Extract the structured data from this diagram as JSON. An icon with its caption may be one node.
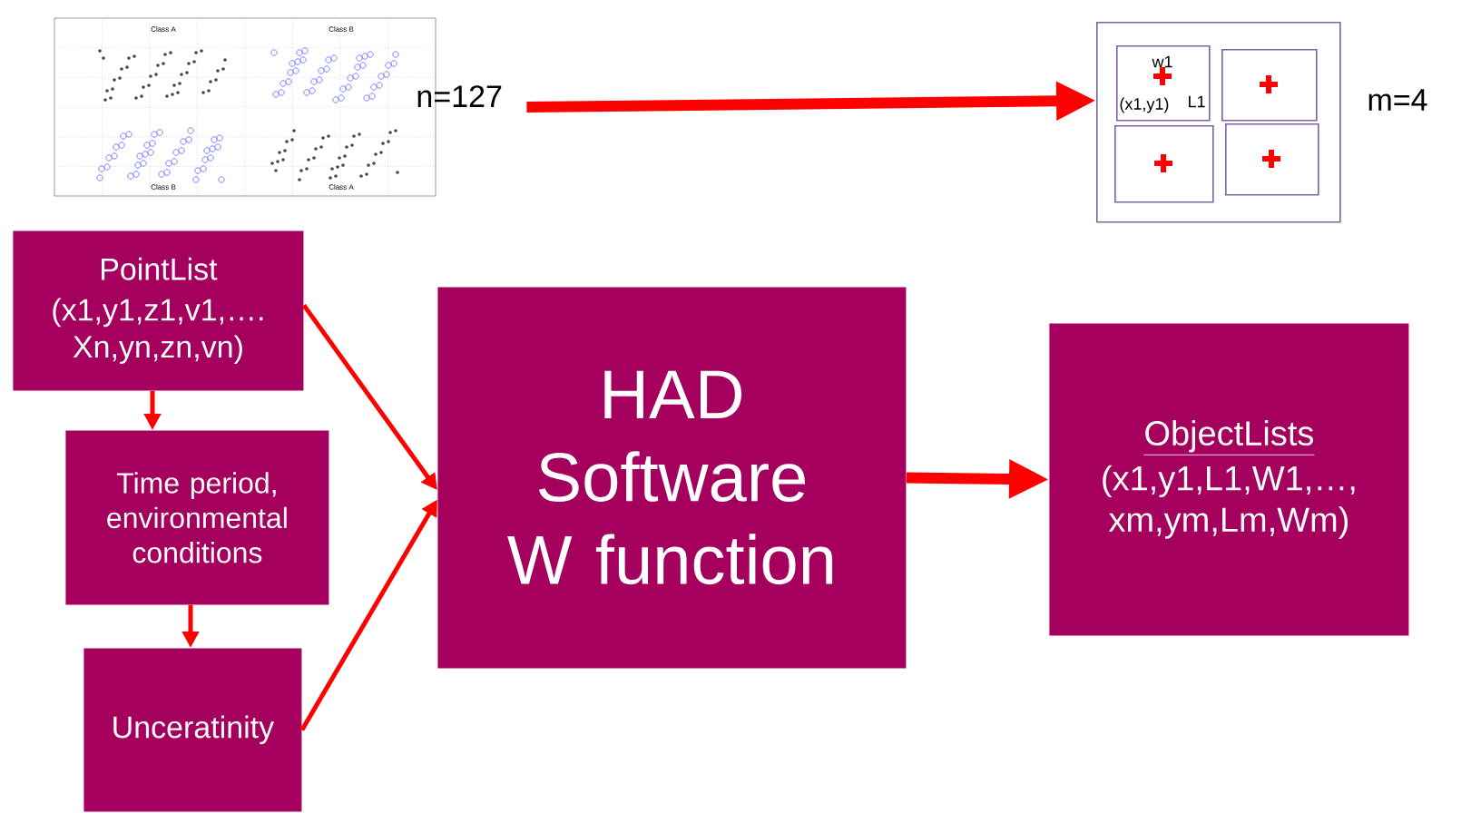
{
  "diagram": {
    "nodes": [
      {
        "text": [
          "Class A",
          "Class B",
          "Class B",
          "Class A"
        ],
        "beside": [
          "n=127"
        ]
      },
      {
        "text": [],
        "shape": "box",
        "beside": [
          "m=4"
        ]
      },
      {
        "text": [
          "w1",
          "(x1,y1)",
          "L1"
        ],
        "in": 1
      },
      {
        "text": [],
        "shape": "box",
        "in": 1
      },
      {
        "text": [],
        "shape": "box",
        "in": 1
      },
      {
        "text": [],
        "shape": "box",
        "in": 1
      },
      {
        "text": [
          "PointList",
          "(x1,y1,z1,v1,…. Xn,yn,zn,vn)"
        ]
      },
      {
        "text": [
          "Time period, environmental conditions"
        ]
      },
      {
        "text": [
          "Unceratinity"
        ]
      },
      {
        "text": [
          "HAD Software W function"
        ]
      },
      {
        "text": [
          "ObjectLists",
          "(x1,y1,L1,W1,…, xm,ym,Lm,Wm)"
        ]
      }
    ],
    "edges": [
      {
        "from": 0,
        "to": 1,
        "arrow": "to",
        "style": "thick"
      },
      {
        "from": 6,
        "to": 7,
        "arrow": "to"
      },
      {
        "from": 7,
        "to": 8,
        "arrow": "to"
      },
      {
        "from": 6,
        "to": 9,
        "arrow": "to"
      },
      {
        "from": 8,
        "to": 9,
        "arrow": "to"
      },
      {
        "from": 9,
        "to": 10,
        "arrow": "to",
        "style": "thick"
      }
    ]
  }
}
